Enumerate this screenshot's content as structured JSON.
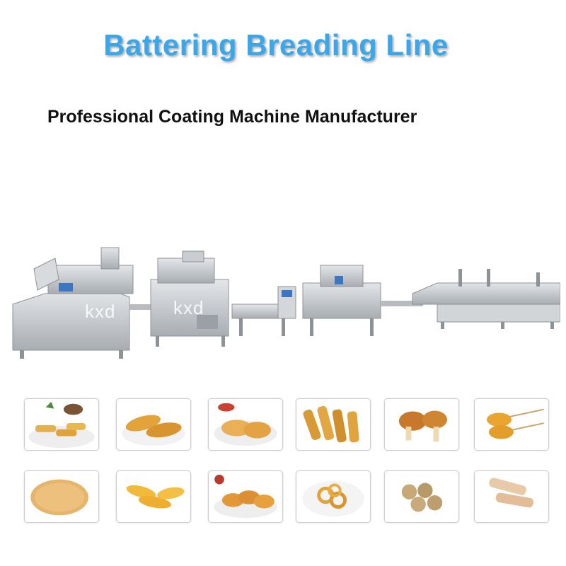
{
  "header": {
    "title": "Battering Breading Line",
    "subtitle": "Professional Coating Machine Manufacturer"
  },
  "machine_image": {
    "watermarks": [
      "kxd",
      "kxd"
    ],
    "colors": {
      "steel": "#c9ccd0",
      "steel_dark": "#8d9297",
      "accent": "#3a76c2"
    }
  },
  "gallery": {
    "rows": [
      [
        {
          "icon": "fried-fish-sticks-plate"
        },
        {
          "icon": "crispy-chicken-fillets"
        },
        {
          "icon": "battered-fish-fillets"
        },
        {
          "icon": "breaded-fish-fingers"
        },
        {
          "icon": "fried-chicken-drumsticks"
        },
        {
          "icon": "corn-dog-skewers"
        }
      ],
      [
        {
          "icon": "breaded-cutlet"
        },
        {
          "icon": "chicken-tenders"
        },
        {
          "icon": "fried-shrimp"
        },
        {
          "icon": "onion-rings"
        },
        {
          "icon": "fried-lotus-root"
        },
        {
          "icon": "crumbed-chicken-strips"
        }
      ]
    ]
  },
  "colors": {
    "title": "#39a7ea",
    "subtitle": "#111111",
    "food": "#e8a83a"
  }
}
